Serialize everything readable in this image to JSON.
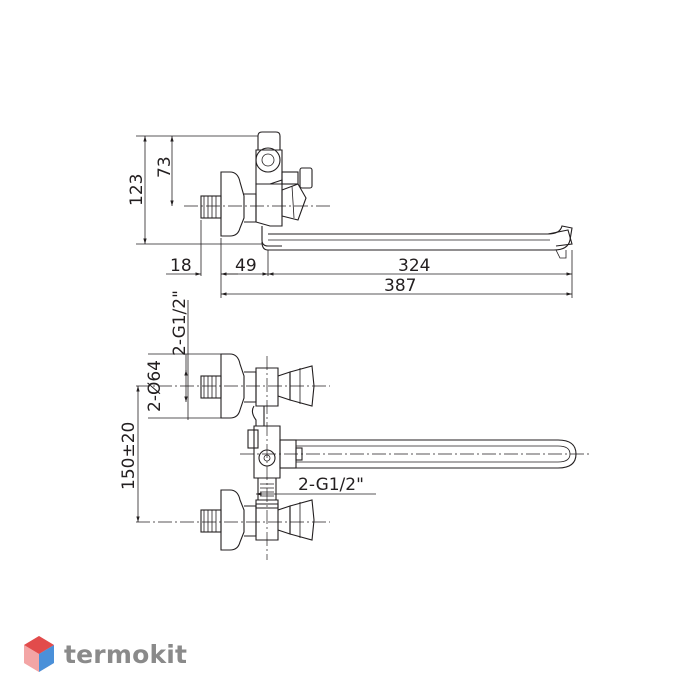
{
  "dimensions": {
    "height_total": "123",
    "height_outlet": "73",
    "wall_offset": "18",
    "body_offset": "49",
    "spout_length": "324",
    "overall_length": "387",
    "thread_top": "2-G1/2\"",
    "flange_diameter": "2-Ø64",
    "center_distance": "150±20",
    "thread_bottom": "2-G1/2\""
  },
  "brand": {
    "name": "termokit",
    "colors": {
      "logo_red": "#e24b4b",
      "logo_blue": "#4a90d9",
      "logo_pink": "#f3a5a5",
      "text_gray": "#8a8a8a"
    }
  },
  "colors": {
    "line": "#231f20",
    "background": "#ffffff"
  }
}
